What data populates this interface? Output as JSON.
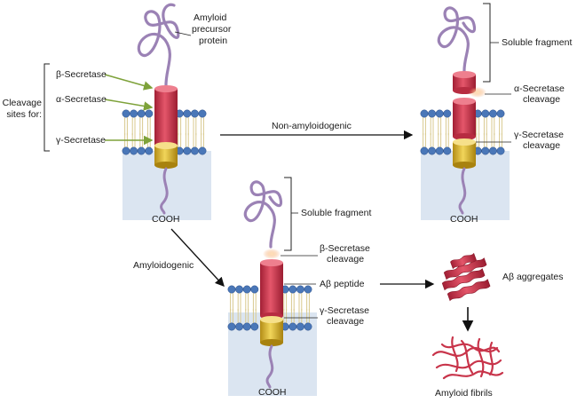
{
  "labels": {
    "app_line1": "Amyloid",
    "app_line2": "precursor",
    "app_line3": "protein",
    "cleavage_line1": "Cleavage",
    "cleavage_line2": "sites for:",
    "beta_secretase": "β-Secretase",
    "alpha_secretase": "α-Secretase",
    "gamma_secretase": "γ-Secretase",
    "cooh_left": "COOH",
    "non_amyloidogenic": "Non-amyloidogenic",
    "soluble_fragment_right": "Soluble fragment",
    "alpha_cleavage_line1": "α-Secretase",
    "alpha_cleavage_line2": "cleavage",
    "gamma_cleavage_right_line1": "γ-Secretase",
    "gamma_cleavage_right_line2": "cleavage",
    "cooh_right": "COOH",
    "amyloidogenic": "Amyloidogenic",
    "soluble_fragment_center": "Soluble fragment",
    "beta_cleavage_line1": "β-Secretase",
    "beta_cleavage_line2": "cleavage",
    "abeta_peptide": "Aβ peptide",
    "gamma_cleavage_center_line1": "γ-Secretase",
    "gamma_cleavage_center_line2": "cleavage",
    "cooh_center": "COOH",
    "abeta_aggregates": "Aβ aggregates",
    "amyloid_fibrils": "Amyloid fibrils"
  },
  "colors": {
    "protein_coil": "#9b82b5",
    "helix_red": "#d5394e",
    "helix_yellow": "#e2be2e",
    "lipid_head": "#4a77b8",
    "lipid_tail": "#d8c98e",
    "cytoplasm": "#dbe5f1",
    "arrow_green": "#7ea23a",
    "cleavage_glow": "#f6b27a"
  }
}
